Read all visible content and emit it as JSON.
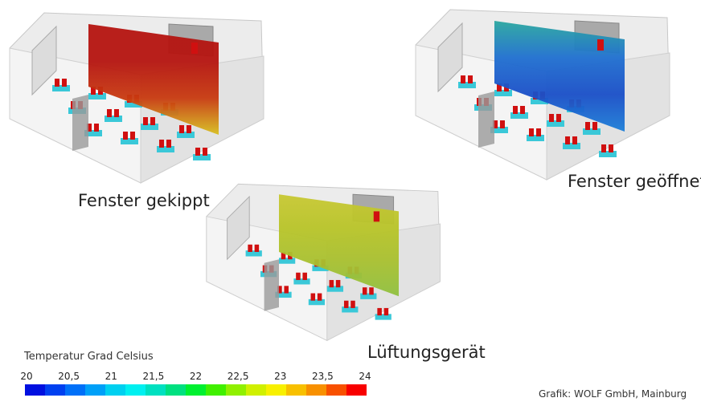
{
  "panels": [
    {
      "label": "Fenster gekippt",
      "scenario": "tilted-window",
      "slice_colors": [
        "#b51410",
        "#b51410",
        "#c83a10",
        "#d8c020"
      ]
    },
    {
      "label": "Fenster geöffnet",
      "scenario": "open-window",
      "slice_colors": [
        "#2aa8a0",
        "#1f6fd0",
        "#1a4fc8",
        "#1d80d8"
      ]
    },
    {
      "label": "Lüftungsgerät",
      "scenario": "ventilation-unit",
      "slice_colors": [
        "#c8c832",
        "#b8c428",
        "#a8c030",
        "#90c040"
      ]
    }
  ],
  "legend": {
    "title": "Temperatur Grad Celsius",
    "ticks": [
      "20",
      "20,5",
      "21",
      "21,5",
      "22",
      "22,5",
      "23",
      "23,5",
      "24"
    ],
    "min": 20,
    "max": 24,
    "colors": [
      "#0010e0",
      "#0040f0",
      "#0070f8",
      "#00a0f8",
      "#00d0f0",
      "#00f0f0",
      "#00e0c0",
      "#00e080",
      "#00f030",
      "#40f000",
      "#90f000",
      "#d0f000",
      "#f8f000",
      "#f8c000",
      "#f89000",
      "#f85000",
      "#f80000"
    ]
  },
  "credit": "Grafik: WOLF GmbH, Mainburg"
}
